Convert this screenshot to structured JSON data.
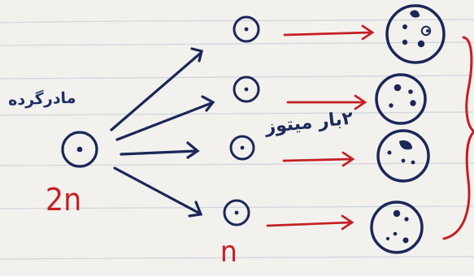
{
  "labels": {
    "mother_cell": "مادرگرده",
    "diploid": "2n",
    "haploid": "n",
    "mitosis": "۲بار میتوز"
  },
  "colors": {
    "ink_blue": "#1b2758",
    "ink_red": "#c41f24",
    "paper": "#f2f1ed",
    "rule_line": "#c9d0df"
  }
}
